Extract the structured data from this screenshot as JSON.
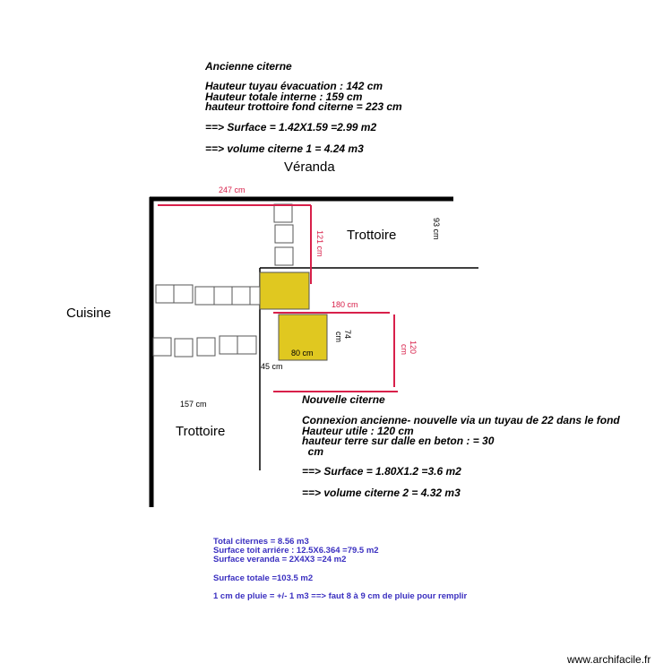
{
  "old_tank": {
    "title": "Ancienne citerne",
    "lines": [
      "Hauteur tuyau évacuation : 142 cm",
      "Hauteur totale interne : 159 cm",
      "hauteur trottoire fond citerne = 223 cm"
    ],
    "surface": "==> Surface = 1.42X1.59 =2.99 m2",
    "volume": "==> volume citerne 1 = 4.24 m3"
  },
  "rooms": {
    "veranda": "Véranda",
    "cuisine": "Cuisine",
    "trottoire_top": "Trottoire",
    "trottoire_bottom": "Trottoire"
  },
  "dimensions": {
    "d247": "247 cm",
    "d121": "121 cm",
    "d93": "93 cm",
    "d180": "180 cm",
    "d74": "74",
    "d74cm": "cm",
    "d120": "120",
    "d120cm": "cm",
    "d80": "80 cm",
    "d45": "45 cm",
    "d157": "157 cm"
  },
  "new_tank": {
    "title": "Nouvelle  citerne",
    "lines": [
      "Connexion ancienne- nouvelle via un tuyau de 22 dans le fond",
      "Hauteur utile : 120 cm",
      "hauteur terre sur dalle en beton : = 30",
      "  cm"
    ],
    "surface": "==> Surface = 1.80X1.2 =3.6 m2",
    "volume": "==> volume citerne 2 = 4.32 m3"
  },
  "summary": {
    "lines": [
      "Total citernes = 8.56 m3",
      "Surface toit arriére : 12.5X6.364 =79.5 m2",
      "Surface veranda = 2X4X3 =24 m2"
    ],
    "total": "Surface totale =103.5 m2",
    "rain": "1 cm de pluie = +/- 1 m3 ==> faut 8 à 9 cm de pluie pour remplir"
  },
  "watermark": "www.archifacile.fr",
  "colors": {
    "wall": "#000000",
    "dimension": "#d8204a",
    "tank": "#e0c820",
    "summary_text": "#3a2fc0"
  }
}
